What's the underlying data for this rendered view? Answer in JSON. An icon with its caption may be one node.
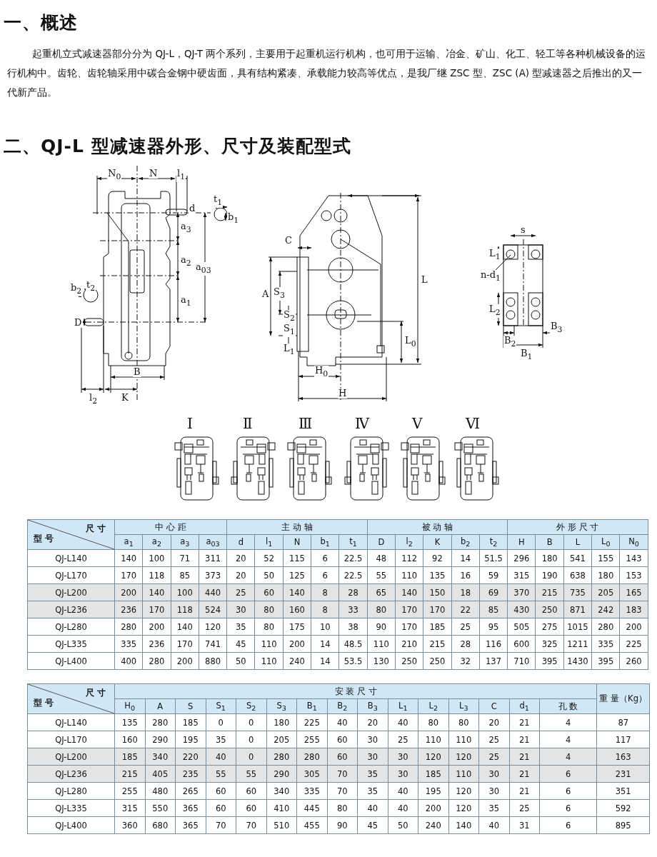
{
  "diagram": {
    "labels": [
      "一、概述",
      "起重机立式减速器部分分为 QJ-L，QJ-T 两个系列，主要用于起重机运行机构，也可用于运输、冶金、矿山、化工、轻工等各种机械设备的运行机构中。齿轮、齿轮轴采用中碳合金钢中硬齿面，具有结构紧凑、承载能力较高等优点，是我厂继 ZSC 型、ZSC (A) 型减速器之后推出的又一代新产品。",
      "二、QJ-L 型减速器外形、尺寸及装配型式",
      "N$_{0}$",
      "N",
      "l$_{1}$",
      "d",
      "t$_{1}$",
      "b$_{1}$",
      "a$_{3}$",
      "a$_{2}$",
      "a$_{03}$",
      "a$_{1}$",
      "b$_{2}$",
      "t$_{2}$",
      "D",
      "B",
      "l$_{2}$",
      "K",
      "C",
      "A",
      "S$_{3}$",
      "S$_{2}$",
      "S$_{1}$",
      "L$_{1}$",
      "L",
      "L$_{0}$",
      "H$_{0}$",
      "H",
      "s",
      "L$_{1}$",
      "n-d$_{1}$",
      "L$_{2}$",
      "B$_{2}$",
      "B$_{1}$",
      "B$_{3}$",
      "Ⅰ",
      "Ⅱ",
      "Ⅲ",
      "Ⅳ",
      "Ⅴ",
      "Ⅵ",
      "尺 寸",
      "型 号",
      "中 心 距",
      "主 动 轴",
      "被 动 轴",
      "外 形 尺 寸",
      "a$_{1}$",
      "a$_{2}$",
      "a$_{3}$",
      "a$_{03}$",
      "d",
      "l$_{1}$",
      "N",
      "b$_{1}$",
      "t$_{1}$",
      "D",
      "l$_{2}$",
      "K",
      "b$_{2}$",
      "t$_{2}$",
      "H",
      "B",
      "L",
      "L$_{0}$",
      "N$_{0}$",
      "QJ-L140",
      "140",
      "100",
      "71",
      "311",
      "20",
      "52",
      "115",
      "6",
      "22.5",
      "48",
      "112",
      "92",
      "14",
      "51.5",
      "296",
      "180",
      "541",
      "155",
      "143",
      "QJ-L170",
      "170",
      "118",
      "85",
      "373",
      "20",
      "50",
      "125",
      "6",
      "22.5",
      "55",
      "110",
      "135",
      "16",
      "59",
      "315",
      "190",
      "638",
      "180",
      "153",
      "QJ-L200",
      "200",
      "140",
      "100",
      "440",
      "25",
      "60",
      "140",
      "8",
      "28",
      "65",
      "140",
      "150",
      "18",
      "69",
      "370",
      "215",
      "735",
      "205",
      "165",
      "QJ-L236",
      "236",
      "170",
      "118",
      "524",
      "30",
      "80",
      "160",
      "8",
      "33",
      "80",
      "170",
      "170",
      "22",
      "85",
      "430",
      "250",
      "871",
      "242",
      "183",
      "QJ-L280",
      "280",
      "200",
      "140",
      "120",
      "35",
      "80",
      "175",
      "10",
      "38",
      "90",
      "170",
      "185",
      "25",
      "95",
      "505",
      "275",
      "1015",
      "280",
      "200",
      "QJ-L335",
      "335",
      "236",
      "170",
      "741",
      "45",
      "110",
      "200",
      "14",
      "48.5",
      "110",
      "210",
      "215",
      "28",
      "116",
      "600",
      "325",
      "1211",
      "335",
      "225",
      "QJ-L400",
      "400",
      "280",
      "200",
      "880",
      "50",
      "110",
      "240",
      "14",
      "53.5",
      "130",
      "250",
      "250",
      "32",
      "137",
      "710",
      "395",
      "1430",
      "395",
      "260",
      "尺 寸",
      "型 号",
      "安 装 尺 寸",
      "重 量（Kg）",
      "H$_{0}$",
      "A",
      "S",
      "S$_{1}$",
      "S$_{2}$",
      "S$_{3}$",
      "B$_{1}$",
      "B$_{2}$",
      "B$_{3}$",
      "L$_{1}$",
      "L$_{2}$",
      "L$_{3}$",
      "C",
      "d$_{1}$",
      "孔 数",
      "QJ-L140",
      "135",
      "280",
      "185",
      "0",
      "0",
      "180",
      "225",
      "40",
      "20",
      "40",
      "80",
      "80",
      "20",
      "21",
      "4",
      "87",
      "QJ-L170",
      "160",
      "290",
      "195",
      "35",
      "0",
      "205",
      "255",
      "60",
      "30",
      "25",
      "110",
      "110",
      "25",
      "21",
      "4",
      "117",
      "QJ-L200",
      "185",
      "340",
      "220",
      "40",
      "0",
      "280",
      "280",
      "60",
      "30",
      "30",
      "120",
      "120",
      "25",
      "21",
      "4",
      "163",
      "QJ-L236",
      "215",
      "405",
      "235",
      "55",
      "55",
      "290",
      "305",
      "70",
      "35",
      "30",
      "185",
      "110",
      "30",
      "21",
      "6",
      "231",
      "QJ-L280",
      "255",
      "480",
      "265",
      "60",
      "60",
      "340",
      "335",
      "70",
      "35",
      "40",
      "195",
      "120",
      "30",
      "21",
      "6",
      "351",
      "QJ-L335",
      "315",
      "550",
      "365",
      "60",
      "60",
      "410",
      "445",
      "80",
      "40",
      "40",
      "200",
      "120",
      "35",
      "25",
      "6",
      "592",
      "QJ-L400",
      "360",
      "680",
      "365",
      "70",
      "70",
      "510",
      "455",
      "90",
      "45",
      "50",
      "240",
      "140",
      "40",
      "31",
      "6",
      "895"
    ]
  }
}
